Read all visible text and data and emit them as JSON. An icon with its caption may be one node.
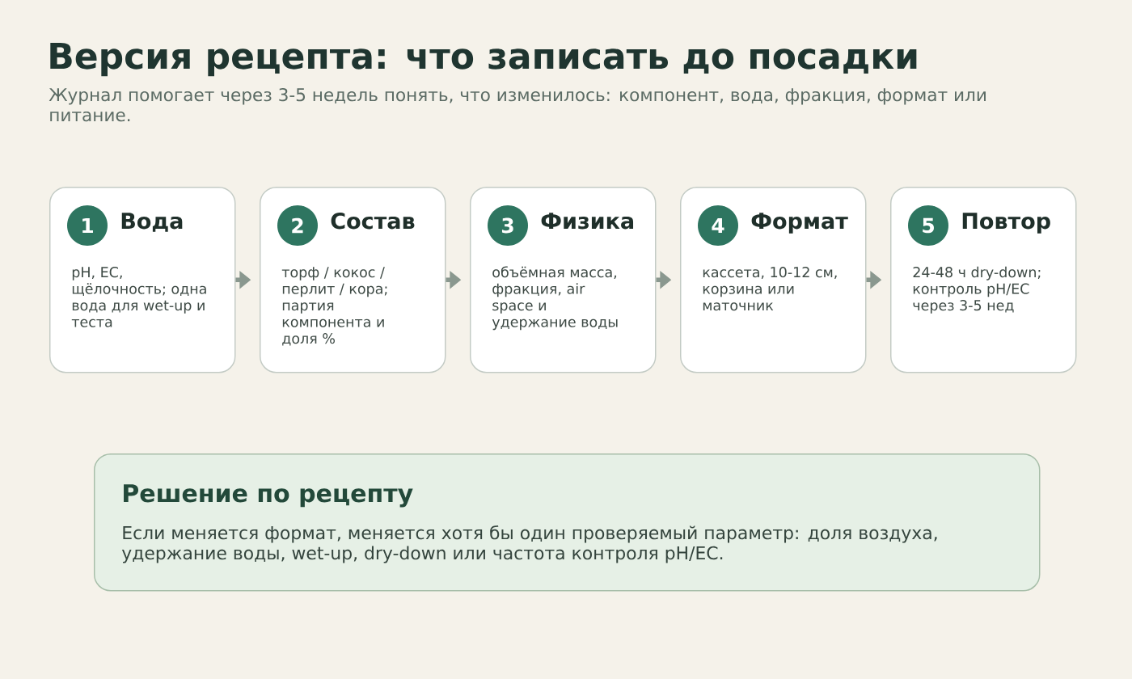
{
  "diagram": {
    "title": "Версия рецепта: что записать до посадки",
    "nodes": [
      {
        "text": [
          "Вода",
          "pH, EC, щёлочность; одна вода для wet-up и теста"
        ]
      },
      {
        "text": [
          "1"
        ],
        "in": 0
      },
      {
        "text": [
          "Состав",
          "торф / кокос / перлит / кора; партия компонента и доля %"
        ]
      },
      {
        "text": [
          "2"
        ],
        "in": 2
      },
      {
        "text": [
          "Физика",
          "объёмная масса, фракция, air space и удержание воды"
        ]
      },
      {
        "text": [
          "3"
        ],
        "in": 4
      },
      {
        "text": [
          "Формат",
          "кассета, 10-12 см, корзина или маточник"
        ]
      },
      {
        "text": [
          "4"
        ],
        "in": 6
      },
      {
        "text": [
          "Повтор",
          "24-48 ч dry-down; контроль pH/EC через 3-5 нед"
        ]
      },
      {
        "text": [
          "5"
        ],
        "in": 8
      },
      {
        "text": [
          "Решение по рецепту",
          "Если меняется формат, меняется хотя бы один проверяемый параметр: доля воздуха, удержание воды, wet-up, dry-down или частота контроля pH/EC."
        ]
      }
    ],
    "edges": [
      {
        "from": 0,
        "to": 2,
        "arrow": "to"
      },
      {
        "from": 2,
        "to": 4,
        "arrow": "to"
      },
      {
        "from": 4,
        "to": 6,
        "arrow": "to"
      },
      {
        "from": 6,
        "to": 8,
        "arrow": "to"
      }
    ],
    "labels": [
      "Журнал помогает через 3-5 недель понять, что изменилось: компонент, вода, фракция, формат или питание."
    ]
  }
}
